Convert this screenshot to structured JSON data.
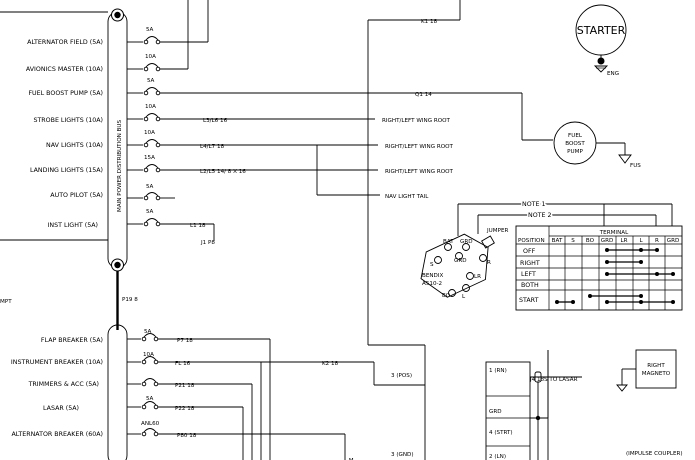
{
  "main_bus": {
    "label": "MAIN POWER DISTRIBUTION BUS",
    "circuits": [
      {
        "name": "ALTERNATOR FIELD (5A)",
        "rating": "5A"
      },
      {
        "name": "AVIONICS MASTER (10A)",
        "rating": "10A"
      },
      {
        "name": "FUEL BOOST PUMP (5A)",
        "rating": "5A"
      },
      {
        "name": "STROBE LIGHTS (10A)",
        "rating": "10A"
      },
      {
        "name": "NAV LIGHTS (10A)",
        "rating": "10A"
      },
      {
        "name": "LANDING LIGHTS (15A)",
        "rating": "15A"
      },
      {
        "name": "AUTO PILOT (5A)",
        "rating": "5A"
      },
      {
        "name": "INST LIGHT (5A)",
        "rating": "5A"
      }
    ]
  },
  "lower_bus": {
    "circuits": [
      {
        "name": "FLAP BREAKER (5A)",
        "rating": "5A",
        "wire": "P7 18"
      },
      {
        "name": "INSTRUMENT BREAKER (10A)",
        "rating": "10A",
        "wire": "FL 16"
      },
      {
        "name": "TRIMMERS & ACC (5A)",
        "rating": "",
        "wire": "P21 18"
      },
      {
        "name": "LASAR (5A)",
        "rating": "5A",
        "wire": "P22 18"
      },
      {
        "name": "ALTERNATOR BREAKER (60A)",
        "rating": "ANL60",
        "wire": "P80 18"
      }
    ]
  },
  "wires": {
    "strobe": "L3/L6 16",
    "nav": "L4/L7 18",
    "landing": "L2/L5 14/ 8 X 16",
    "inst": "L1 18",
    "inst2": "J1 P8",
    "bus_link": "P19 8",
    "starter": "K1 18",
    "fuel": "Q1 14",
    "k2": "K2 18",
    "j4": "J4 18S TO LASAR"
  },
  "destinations": {
    "strobe": "RIGHT/LEFT WING ROOT",
    "nav": "RIGHT/LEFT WING ROOT",
    "landing": "RIGHT/LEFT WING ROOT",
    "nav_tail": "NAV LIGHT TAIL"
  },
  "components": {
    "starter": "STARTER",
    "eng": "ENG",
    "fuel_pump": [
      "FUEL",
      "BOOST",
      "PUMP"
    ],
    "fus": "FUS",
    "mpt": "MPT",
    "right_magneto": [
      "RIGHT",
      "MAGNETO"
    ],
    "impulse": "(IMPULSE COUPLER)",
    "switch_name": [
      "BENDIX",
      "A510-2"
    ],
    "jumper": "JUMPER",
    "note1": "NOTE 1",
    "note2": "NOTE 2"
  },
  "switch_terminals": {
    "bat": "BAT",
    "grd": "GRD",
    "s": "S",
    "r": "R",
    "lr": "LR",
    "l": "L",
    "bo": "BO"
  },
  "terminal_table": {
    "title": "TERMINAL",
    "position_header": "POSITION",
    "columns": [
      "BAT",
      "S",
      "BO",
      "GRD",
      "LR",
      "L",
      "R",
      "GRD"
    ],
    "rows": [
      "OFF",
      "RIGHT",
      "LEFT",
      "BOTH",
      "START"
    ]
  },
  "relay_terminals": {
    "pos": "3 (POS)",
    "neg": "3 (GND)",
    "rn": "1 (RN)",
    "grd": "GRD",
    "strt": "4 (STRT)",
    "ln": "2 (LN)"
  }
}
